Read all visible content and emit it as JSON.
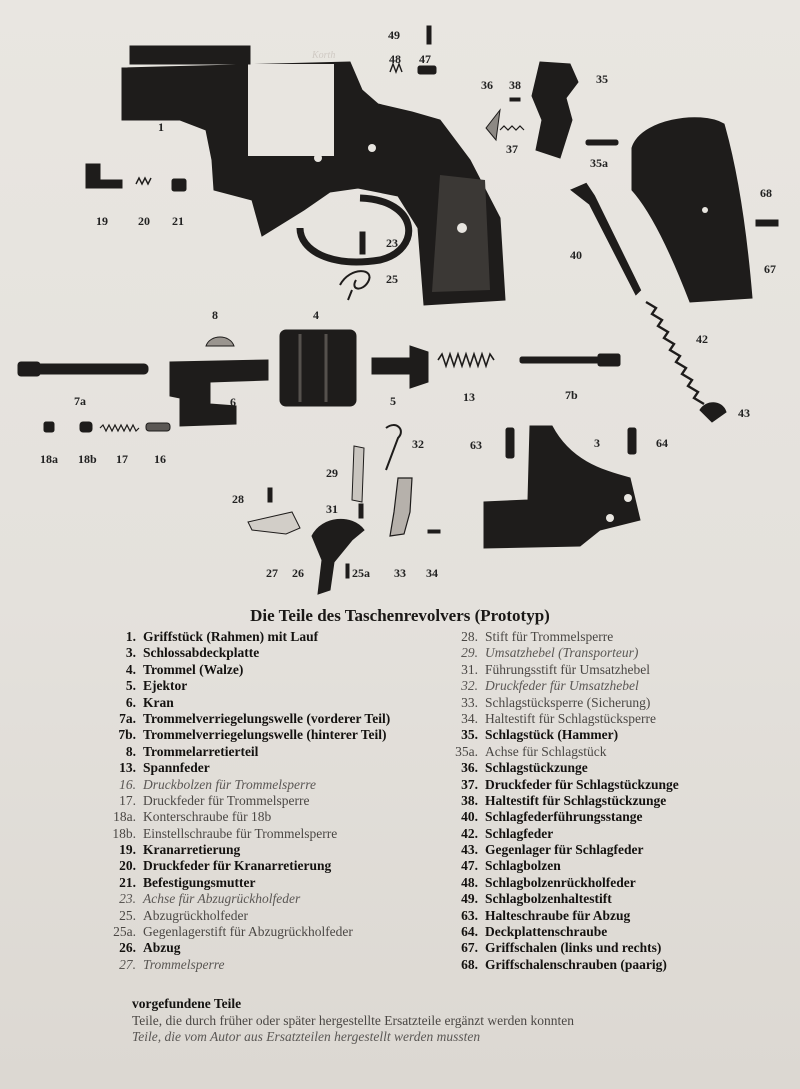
{
  "title": "Die Teile des Taschenrevolvers (Prototyp)",
  "parts_left": [
    {
      "num": "1.",
      "name": "Griffstück (Rahmen) mit Lauf",
      "kind": "orig"
    },
    {
      "num": "3.",
      "name": "Schlossabdeckplatte",
      "kind": "orig"
    },
    {
      "num": "4.",
      "name": "Trommel (Walze)",
      "kind": "orig"
    },
    {
      "num": "5.",
      "name": "Ejektor",
      "kind": "orig"
    },
    {
      "num": "6.",
      "name": "Kran",
      "kind": "orig"
    },
    {
      "num": "7a.",
      "name": "Trommelverriegelungswelle (vorderer Teil)",
      "kind": "orig"
    },
    {
      "num": "7b.",
      "name": "Trommelverriegelungswelle (hinterer Teil)",
      "kind": "orig"
    },
    {
      "num": "8.",
      "name": "Trommelarretierteil",
      "kind": "orig"
    },
    {
      "num": "13.",
      "name": "Spannfeder",
      "kind": "orig"
    },
    {
      "num": "16.",
      "name": "Druckbolzen für Trommelsperre",
      "kind": "author"
    },
    {
      "num": "17.",
      "name": "Druckfeder für Trommelsperre",
      "kind": "repl"
    },
    {
      "num": "18a.",
      "name": "Konterschraube für 18b",
      "kind": "repl"
    },
    {
      "num": "18b.",
      "name": "Einstellschraube für Trommelsperre",
      "kind": "repl"
    },
    {
      "num": "19.",
      "name": "Kranarretierung",
      "kind": "orig"
    },
    {
      "num": "20.",
      "name": "Druckfeder für Kranarretierung",
      "kind": "orig"
    },
    {
      "num": "21.",
      "name": "Befestigungsmutter",
      "kind": "orig"
    },
    {
      "num": "23.",
      "name": "Achse für Abzugrückholfeder",
      "kind": "author"
    },
    {
      "num": "25.",
      "name": "Abzugrückholfeder",
      "kind": "repl"
    },
    {
      "num": "25a.",
      "name": "Gegenlagerstift für Abzugrückholfeder",
      "kind": "repl"
    },
    {
      "num": "26.",
      "name": "Abzug",
      "kind": "orig"
    },
    {
      "num": "27.",
      "name": "Trommelsperre",
      "kind": "author"
    }
  ],
  "parts_right": [
    {
      "num": "28.",
      "name": "Stift für Trommelsperre",
      "kind": "repl"
    },
    {
      "num": "29.",
      "name": "Umsatzhebel (Transporteur)",
      "kind": "author"
    },
    {
      "num": "31.",
      "name": "Führungsstift für Umsatzhebel",
      "kind": "repl"
    },
    {
      "num": "32.",
      "name": "Druckfeder für Umsatzhebel",
      "kind": "author"
    },
    {
      "num": "33.",
      "name": "Schlagstücksperre (Sicherung)",
      "kind": "repl"
    },
    {
      "num": "34.",
      "name": "Haltestift für Schlagstücksperre",
      "kind": "repl"
    },
    {
      "num": "35.",
      "name": "Schlagstück (Hammer)",
      "kind": "orig"
    },
    {
      "num": "35a.",
      "name": "Achse für Schlagstück",
      "kind": "repl"
    },
    {
      "num": "36.",
      "name": "Schlagstückzunge",
      "kind": "orig"
    },
    {
      "num": "37.",
      "name": "Druckfeder für Schlagstückzunge",
      "kind": "orig"
    },
    {
      "num": "38.",
      "name": "Haltestift für Schlagstückzunge",
      "kind": "orig"
    },
    {
      "num": "40.",
      "name": "Schlagfederführungsstange",
      "kind": "orig"
    },
    {
      "num": "42.",
      "name": "Schlagfeder",
      "kind": "orig"
    },
    {
      "num": "43.",
      "name": "Gegenlager für Schlagfeder",
      "kind": "orig"
    },
    {
      "num": "47.",
      "name": "Schlagbolzen",
      "kind": "orig"
    },
    {
      "num": "48.",
      "name": "Schlagbolzenrückholfeder",
      "kind": "orig"
    },
    {
      "num": "49.",
      "name": "Schlagbolzenhaltestift",
      "kind": "orig"
    },
    {
      "num": "63.",
      "name": "Halteschraube für Abzug",
      "kind": "orig"
    },
    {
      "num": "64.",
      "name": "Deckplattenschraube",
      "kind": "orig"
    },
    {
      "num": "67.",
      "name": "Griffschalen (links und rechts)",
      "kind": "orig"
    },
    {
      "num": "68.",
      "name": "Griffschalenschrauben (paarig)",
      "kind": "orig"
    }
  ],
  "legend": {
    "original": "vorgefundene Teile",
    "replacement": "Teile, die durch früher oder später hergestellte Ersatzteile ergänzt werden konnten",
    "author_made": "Teile, die vom Autor aus Ersatzteilen hergestellt werden mussten"
  },
  "figure": {
    "engraving": "Korth",
    "callouts": [
      "1",
      "3",
      "4",
      "5",
      "6",
      "7a",
      "7b",
      "8",
      "13",
      "16",
      "17",
      "18a",
      "18b",
      "19",
      "20",
      "21",
      "23",
      "25",
      "25a",
      "26",
      "27",
      "28",
      "29",
      "31",
      "32",
      "33",
      "34",
      "35",
      "35a",
      "36",
      "37",
      "38",
      "40",
      "42",
      "43",
      "47",
      "48",
      "49",
      "63",
      "64",
      "67",
      "68"
    ]
  }
}
